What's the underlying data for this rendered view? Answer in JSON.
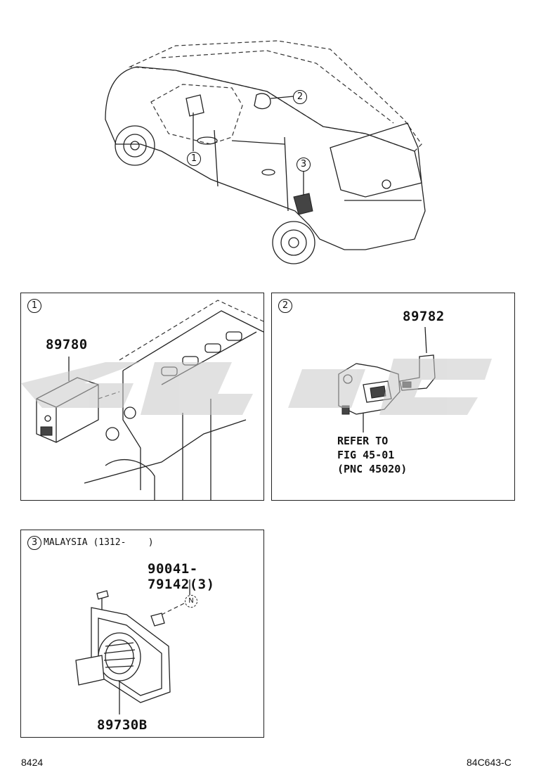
{
  "overview": {
    "callouts": [
      "1",
      "2",
      "3"
    ]
  },
  "panel1": {
    "label": "1",
    "part_number": "89780"
  },
  "panel2": {
    "label": "2",
    "part_number": "89782",
    "note_lines": [
      "REFER TO",
      "FIG 45-01",
      "(PNC 45020)"
    ]
  },
  "panel3": {
    "label": "3",
    "title": "MALAYSIA (1312-    )",
    "bolt_part": "90041-79142(3)",
    "bolt_marker": "N",
    "part_number": "89730B"
  },
  "footer": {
    "left": "8424",
    "right": "84C643-C"
  },
  "watermark": {
    "color": "#c8c8c8"
  }
}
